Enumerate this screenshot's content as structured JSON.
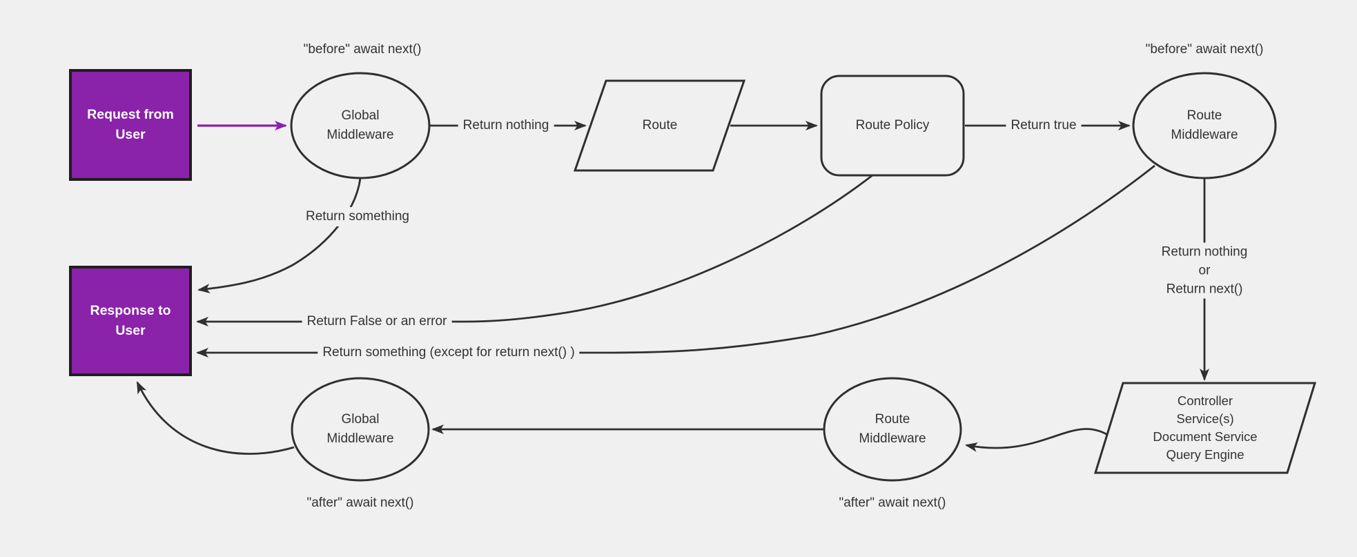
{
  "colors": {
    "background": "#f0f0f0",
    "line_stroke": "#2f2f2f",
    "text": "#333333",
    "node_fill": "#f0f0f0",
    "accent_fill": "#8a22aa",
    "accent_border": "#1e1e1e",
    "accent_text": "#ffffff",
    "accent_arrow": "#8a1fa8"
  },
  "nodes": {
    "request": {
      "line1": "Request from",
      "line2": "User"
    },
    "global_middleware_before": {
      "line1": "Global",
      "line2": "Middleware"
    },
    "route": {
      "label": "Route"
    },
    "route_policy": {
      "label": "Route Policy"
    },
    "route_middleware_before": {
      "line1": "Route",
      "line2": "Middleware"
    },
    "controller": {
      "line1": "Controller",
      "line2": "Service(s)",
      "line3": "Document Service",
      "line4": "Query Engine"
    },
    "route_middleware_after": {
      "line1": "Route",
      "line2": "Middleware"
    },
    "global_middleware_after": {
      "line1": "Global",
      "line2": "Middleware"
    },
    "response": {
      "line1": "Response to",
      "line2": "User"
    }
  },
  "edge_labels": {
    "return_nothing": "Return nothing",
    "return_true": "Return true",
    "return_something": "Return something",
    "return_false_or_error": "Return False or an error",
    "return_something_except": "Return something (except for return next() )",
    "return_nothing_or_line1": "Return nothing",
    "return_nothing_or_line2": "or",
    "return_nothing_or_line3": "Return next()"
  },
  "annotations": {
    "before_await_next_global": "\"before\" await next()",
    "before_await_next_route": "\"before\" await next()",
    "after_await_next_route": "\"after\" await next()",
    "after_await_next_global": "\"after\" await next()"
  }
}
